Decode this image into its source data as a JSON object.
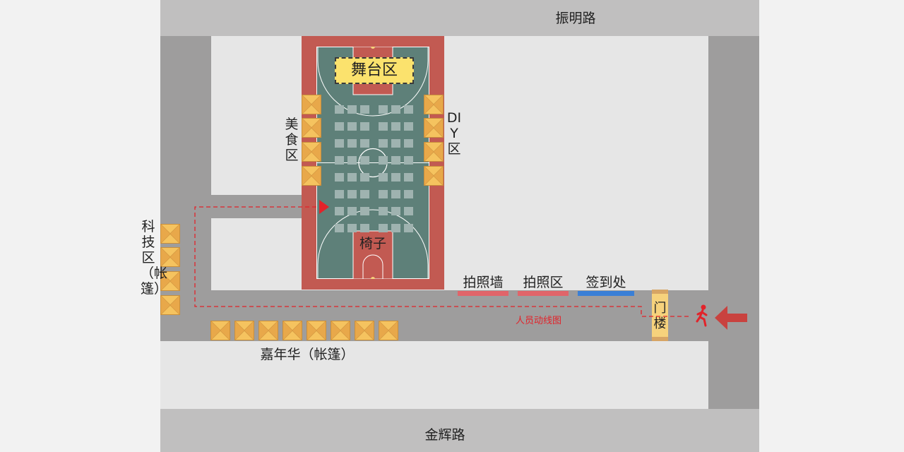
{
  "roads": {
    "north": "振明路",
    "south": "金辉路"
  },
  "zones": {
    "stage": "舞台区",
    "chairs": "椅子",
    "food": "美食区",
    "diy": "DIY区",
    "tech": "科技区（帐篷）",
    "carnival": "嘉年华（帐篷）",
    "photo_wall": "拍照墙",
    "photo_area": "拍照区",
    "checkin": "签到处",
    "gate": "门楼"
  },
  "route": {
    "label": "人员动线图"
  },
  "colors": {
    "road_light": "#c0bfbf",
    "road_dark": "#9e9d9d",
    "court_outer": "#c25a52",
    "court_inner": "#5e8079",
    "stage": "#fbe26d",
    "tent": "#f5c35f",
    "photo_bar": "#e0656a",
    "checkin_bar": "#3a7fd6",
    "route": "#e2232a"
  }
}
